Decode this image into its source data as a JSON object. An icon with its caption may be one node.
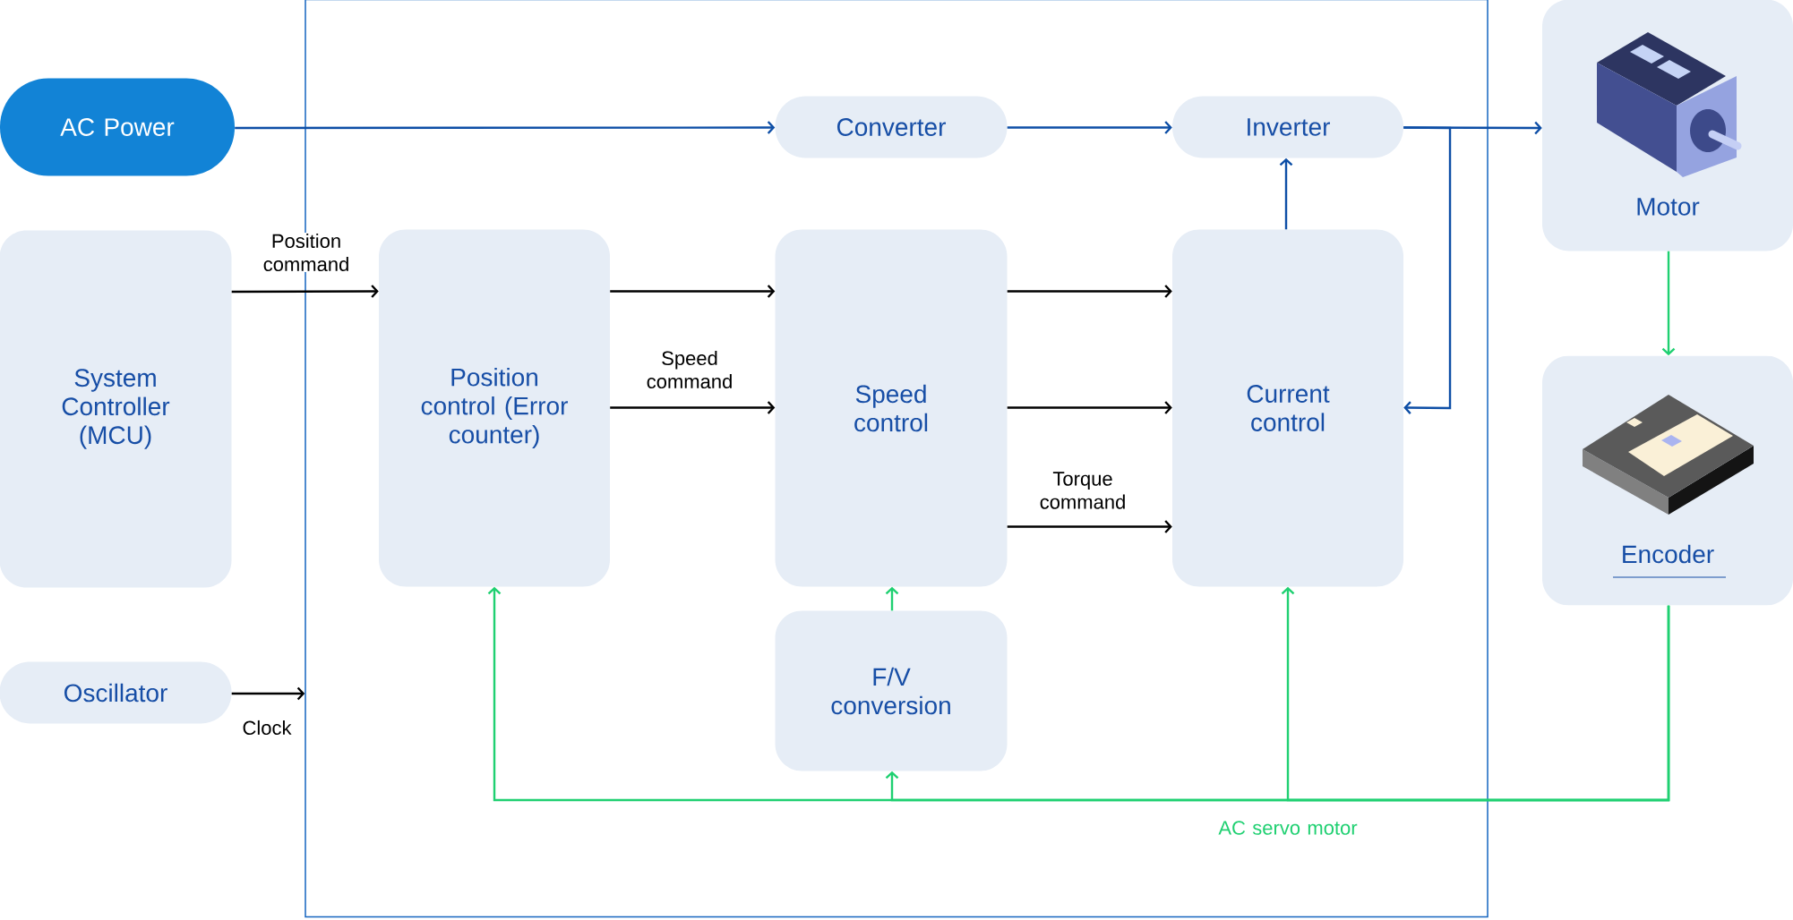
{
  "diagram": {
    "nodes": [
      {
        "text": [
          "AC Power"
        ]
      },
      {
        "text": [
          "AC servo motor"
        ]
      },
      {
        "text": [
          "Converter"
        ],
        "in": 1
      },
      {
        "text": [
          "Inverter"
        ],
        "in": 1
      },
      {
        "text": [
          "Motor"
        ]
      },
      {
        "text": [
          "System Controller (MCU)"
        ]
      },
      {
        "text": [
          "Position control (Error counter)"
        ],
        "in": 1
      },
      {
        "text": [
          "Speed control"
        ],
        "in": 1
      },
      {
        "text": [
          "Current control"
        ],
        "in": 1
      },
      {
        "text": [
          "Encoder"
        ]
      },
      {
        "text": [
          "F/V conversion"
        ],
        "in": 1
      },
      {
        "text": [
          "Oscillator"
        ]
      }
    ],
    "edges": [
      {
        "from": 0,
        "to": 2,
        "arrow": "to",
        "color": "#0d4ea6"
      },
      {
        "from": 2,
        "to": 3,
        "arrow": "to",
        "color": "#0d4ea6"
      },
      {
        "from": 3,
        "to": 4,
        "arrow": "to",
        "color": "#0d4ea6"
      },
      {
        "from": 3,
        "to": 8,
        "arrow": "to",
        "color": "#0d4ea6"
      },
      {
        "from": 8,
        "to": 3,
        "arrow": "to",
        "color": "#0d4ea6"
      },
      {
        "from": 5,
        "to": 6,
        "arrow": "to",
        "label": "Position command"
      },
      {
        "from": 6,
        "to": 7,
        "arrow": "to"
      },
      {
        "from": 6,
        "to": 7,
        "arrow": "to",
        "label": "Speed command"
      },
      {
        "from": 7,
        "to": 8,
        "arrow": "to"
      },
      {
        "from": 7,
        "to": 8,
        "arrow": "to"
      },
      {
        "from": 7,
        "to": 8,
        "arrow": "to",
        "label": "Torque command"
      },
      {
        "from": 10,
        "to": 7,
        "arrow": "to",
        "color": "#1fd071"
      },
      {
        "from": 11,
        "to": 1,
        "arrow": "to",
        "label": "Clock"
      },
      {
        "from": 4,
        "to": 9,
        "arrow": "to",
        "color": "#1fd071"
      },
      {
        "from": 9,
        "to": 6,
        "arrow": "to",
        "color": "#1fd071"
      },
      {
        "from": 9,
        "to": 10,
        "arrow": "to",
        "color": "#1fd071"
      },
      {
        "from": 9,
        "to": 8,
        "arrow": "to",
        "color": "#1fd071"
      }
    ]
  }
}
